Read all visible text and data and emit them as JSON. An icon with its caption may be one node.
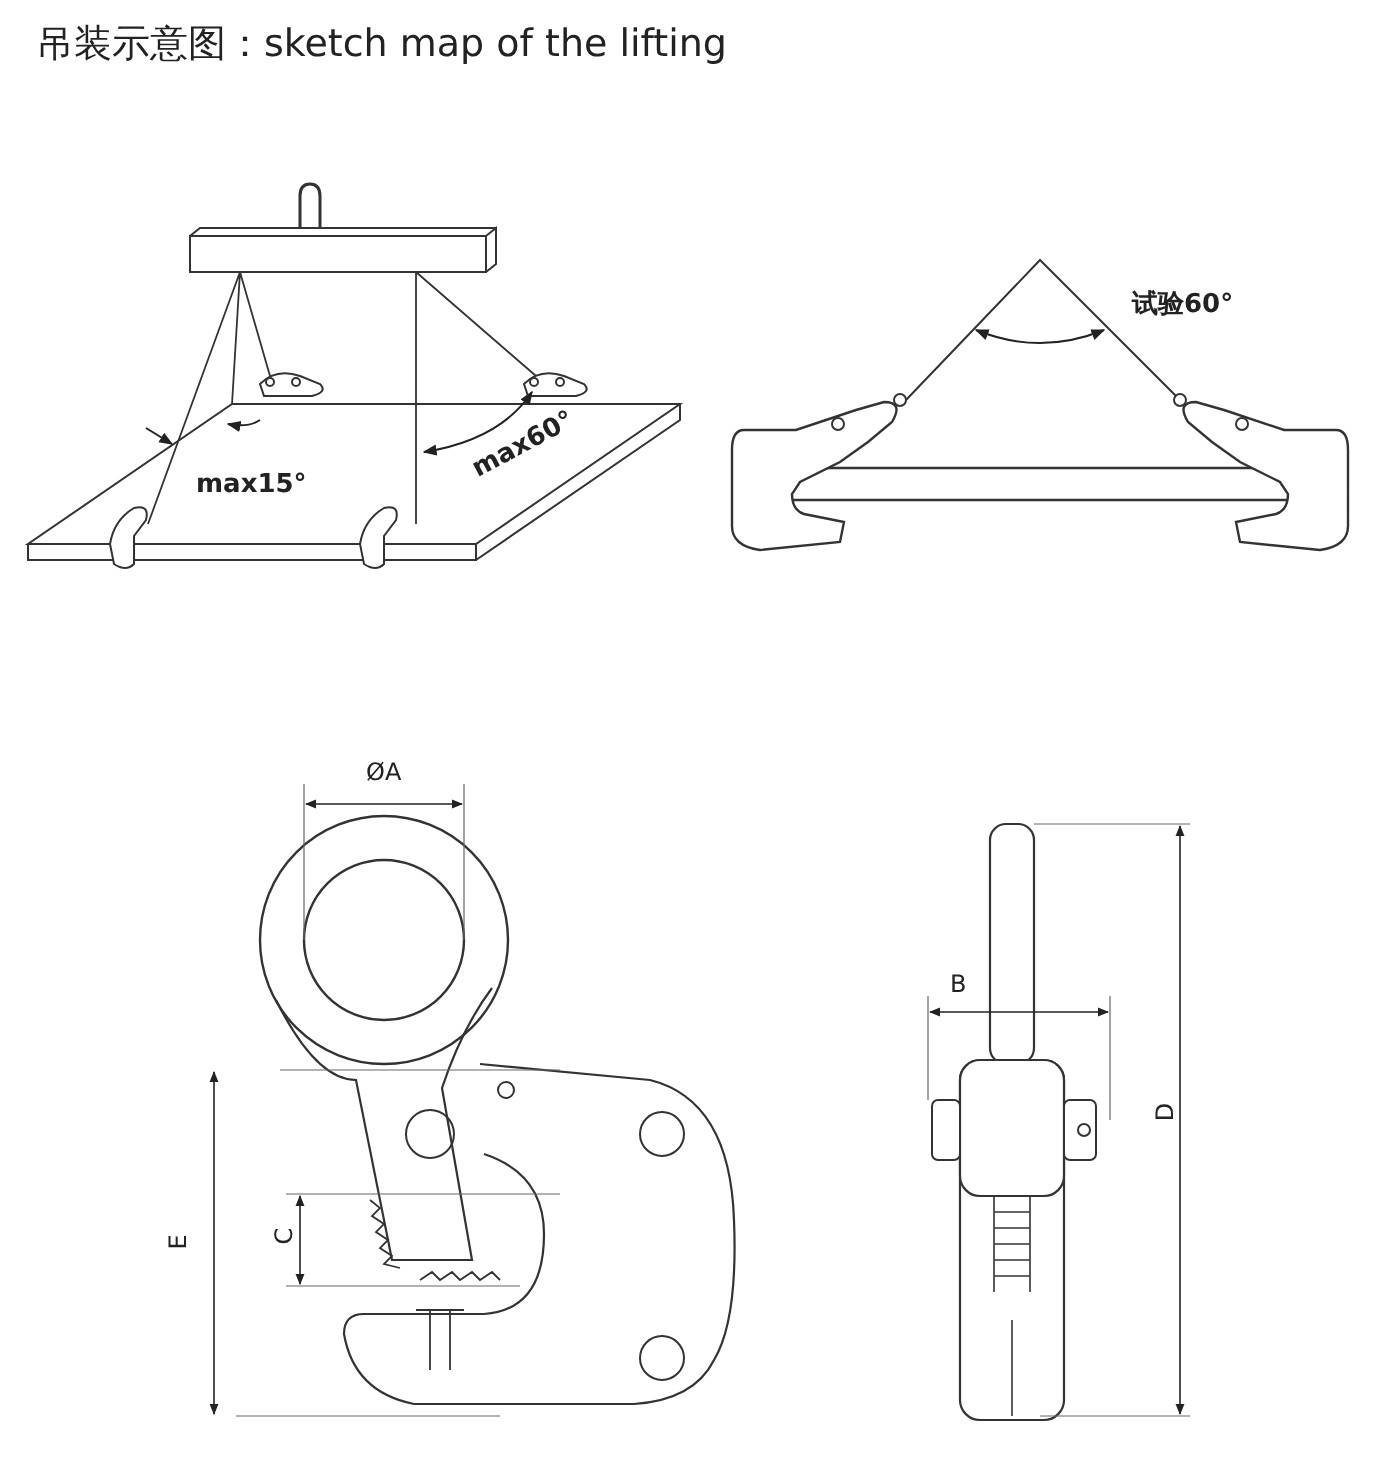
{
  "diagram": {
    "title": "吊装示意图：sketch map of the lifting",
    "labels": [
      "max15°",
      "max60°",
      "试验60°",
      "ØA",
      "B",
      "D",
      "C",
      "E"
    ]
  }
}
